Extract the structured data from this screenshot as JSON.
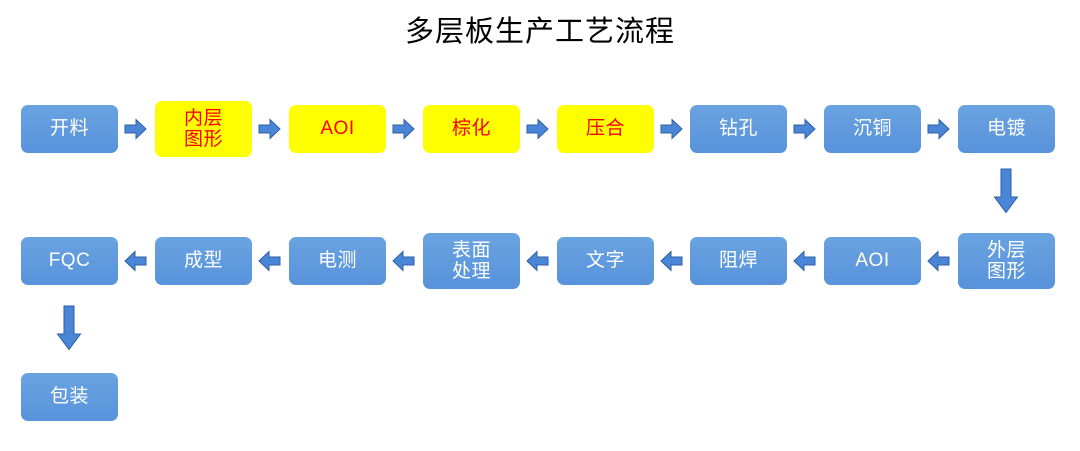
{
  "diagram": {
    "title": "多层板生产工艺流程",
    "colors": {
      "box_blue": "#5B9BD5",
      "box_blue_text": "#FFFFFF",
      "box_yellow": "#FFFF00",
      "box_yellow_text": "#FF0000",
      "arrow_fill": "#4A86D8",
      "arrow_stroke": "#2E5FA3",
      "background": "#FFFFFF",
      "title_text": "#000000"
    },
    "row1": [
      {
        "label": "开料",
        "style": "blue",
        "lines": 1
      },
      {
        "label": "内层\n图形",
        "style": "yellow",
        "lines": 2
      },
      {
        "label": "AOI",
        "style": "yellow",
        "lines": 1
      },
      {
        "label": "棕化",
        "style": "yellow",
        "lines": 1
      },
      {
        "label": "压合",
        "style": "yellow",
        "lines": 1
      },
      {
        "label": "钻孔",
        "style": "blue",
        "lines": 1
      },
      {
        "label": "沉铜",
        "style": "blue",
        "lines": 1
      },
      {
        "label": "电镀",
        "style": "blue",
        "lines": 1
      }
    ],
    "row2": [
      {
        "label": "FQC",
        "style": "blue",
        "lines": 1
      },
      {
        "label": "成型",
        "style": "blue",
        "lines": 1
      },
      {
        "label": "电测",
        "style": "blue",
        "lines": 1
      },
      {
        "label": "表面\n处理",
        "style": "blue",
        "lines": 2
      },
      {
        "label": "文字",
        "style": "blue",
        "lines": 1
      },
      {
        "label": "阻焊",
        "style": "blue",
        "lines": 1
      },
      {
        "label": "AOI",
        "style": "blue",
        "lines": 1
      },
      {
        "label": "外层\n图形",
        "style": "blue",
        "lines": 2
      }
    ],
    "row3": [
      {
        "label": "包装",
        "style": "blue",
        "lines": 1
      }
    ],
    "connectors": {
      "row1_direction": "right",
      "row2_direction": "left",
      "drop_right_label": "电镀-to-外层图形",
      "drop_left_label": "FQC-to-包装"
    }
  }
}
